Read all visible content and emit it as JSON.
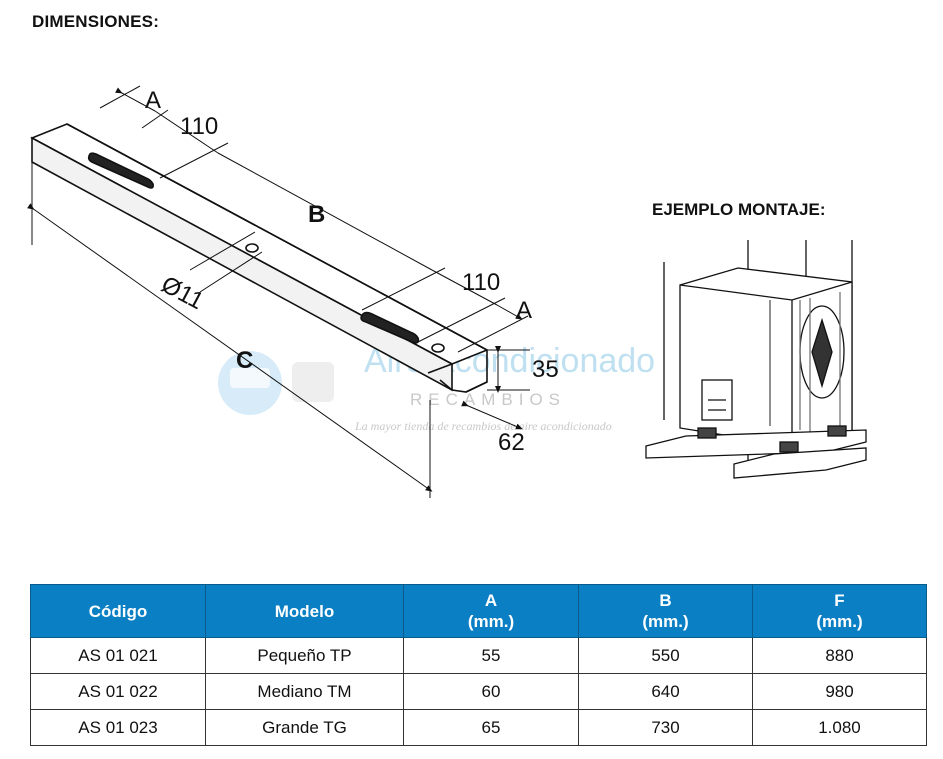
{
  "header": {
    "title": "DIMENSIONES:"
  },
  "example": {
    "title": "EJEMPLO MONTAJE:"
  },
  "drawing": {
    "labels": {
      "a_top": "A",
      "slot_top": "110",
      "b": "B",
      "slot_right": "110",
      "a_right": "A",
      "hole": "Ø11",
      "c": "C",
      "height": "35",
      "width": "62"
    }
  },
  "watermark": {
    "title": "Aire Acondicionado",
    "subtitle": "RECAMBIOS",
    "tagline": "La mayor tienda de recambios de aire acondicionado"
  },
  "table": {
    "headers": {
      "code": "Código",
      "model": "Modelo",
      "a": "A",
      "a_unit": "(mm.)",
      "b": "B",
      "b_unit": "(mm.)",
      "f": "F",
      "f_unit": "(mm.)"
    },
    "rows": [
      {
        "code": "AS 01 021",
        "model": "Pequeño TP",
        "a": "55",
        "b": "550",
        "f": "880"
      },
      {
        "code": "AS 01 022",
        "model": "Mediano TM",
        "a": "60",
        "b": "640",
        "f": "980"
      },
      {
        "code": "AS 01 023",
        "model": "Grande TG",
        "a": "65",
        "b": "730",
        "f": "1.080"
      }
    ]
  }
}
